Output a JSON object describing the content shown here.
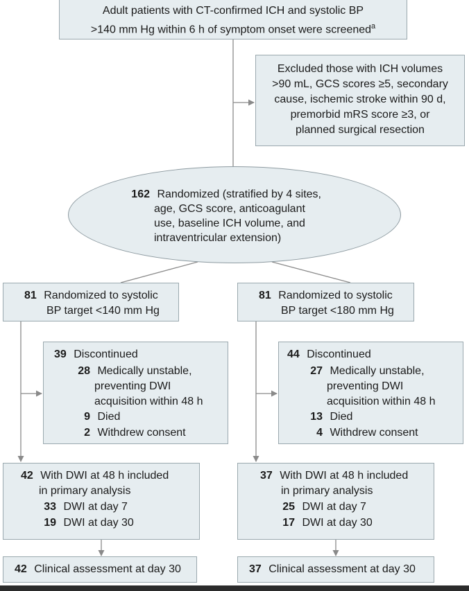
{
  "screening": {
    "line1": "Adult patients with CT-confirmed ICH and systolic BP",
    "line2": ">140 mm Hg within 6 h of symptom onset were screened",
    "footnote": "a"
  },
  "exclusion": {
    "lines": [
      "Excluded those with ICH volumes",
      ">90 mL, GCS scores ≥5, secondary",
      "cause, ischemic stroke within 90 d,",
      "premorbid mRS score ≥3, or",
      "planned surgical resection"
    ]
  },
  "randomized": {
    "count": "162",
    "lines": [
      "Randomized (stratified by 4 sites,",
      "age, GCS score, anticoagulant",
      "use, baseline ICH volume, and",
      "intraventricular extension)"
    ]
  },
  "arms": [
    {
      "allocation": {
        "count": "81",
        "line1": "Randomized to systolic",
        "line2": "BP target <140 mm Hg"
      },
      "discontinued": {
        "count": "39",
        "label": "Discontinued",
        "reasons": [
          {
            "count": "28",
            "lines": [
              "Medically unstable,",
              "preventing DWI",
              "acquisition within 48 h"
            ]
          },
          {
            "count": "9",
            "lines": [
              "Died"
            ]
          },
          {
            "count": "2",
            "lines": [
              "Withdrew consent"
            ]
          }
        ]
      },
      "analysis": {
        "count": "42",
        "line1": "With DWI at 48 h included",
        "line2": "in primary analysis",
        "followups": [
          {
            "count": "33",
            "label": "DWI at day 7"
          },
          {
            "count": "19",
            "label": "DWI at day 30"
          }
        ]
      },
      "clinical": {
        "count": "42",
        "label": "Clinical assessment at day 30"
      }
    },
    {
      "allocation": {
        "count": "81",
        "line1": "Randomized to systolic",
        "line2": "BP target <180 mm Hg"
      },
      "discontinued": {
        "count": "44",
        "label": "Discontinued",
        "reasons": [
          {
            "count": "27",
            "lines": [
              "Medically unstable,",
              "preventing DWI",
              "acquisition within 48 h"
            ]
          },
          {
            "count": "13",
            "lines": [
              "Died"
            ]
          },
          {
            "count": "4",
            "lines": [
              "Withdrew consent"
            ]
          }
        ]
      },
      "analysis": {
        "count": "37",
        "line1": "With DWI at 48 h included",
        "line2": "in primary analysis",
        "followups": [
          {
            "count": "25",
            "label": "DWI at day 7"
          },
          {
            "count": "17",
            "label": "DWI at day 30"
          }
        ]
      },
      "clinical": {
        "count": "37",
        "label": "Clinical assessment at day 30"
      }
    }
  ],
  "colors": {
    "box_fill": "#e6edf0",
    "box_border": "#9aa8ae",
    "connector": "#8a8a8a",
    "footer_bar": "#2b2b2b"
  }
}
